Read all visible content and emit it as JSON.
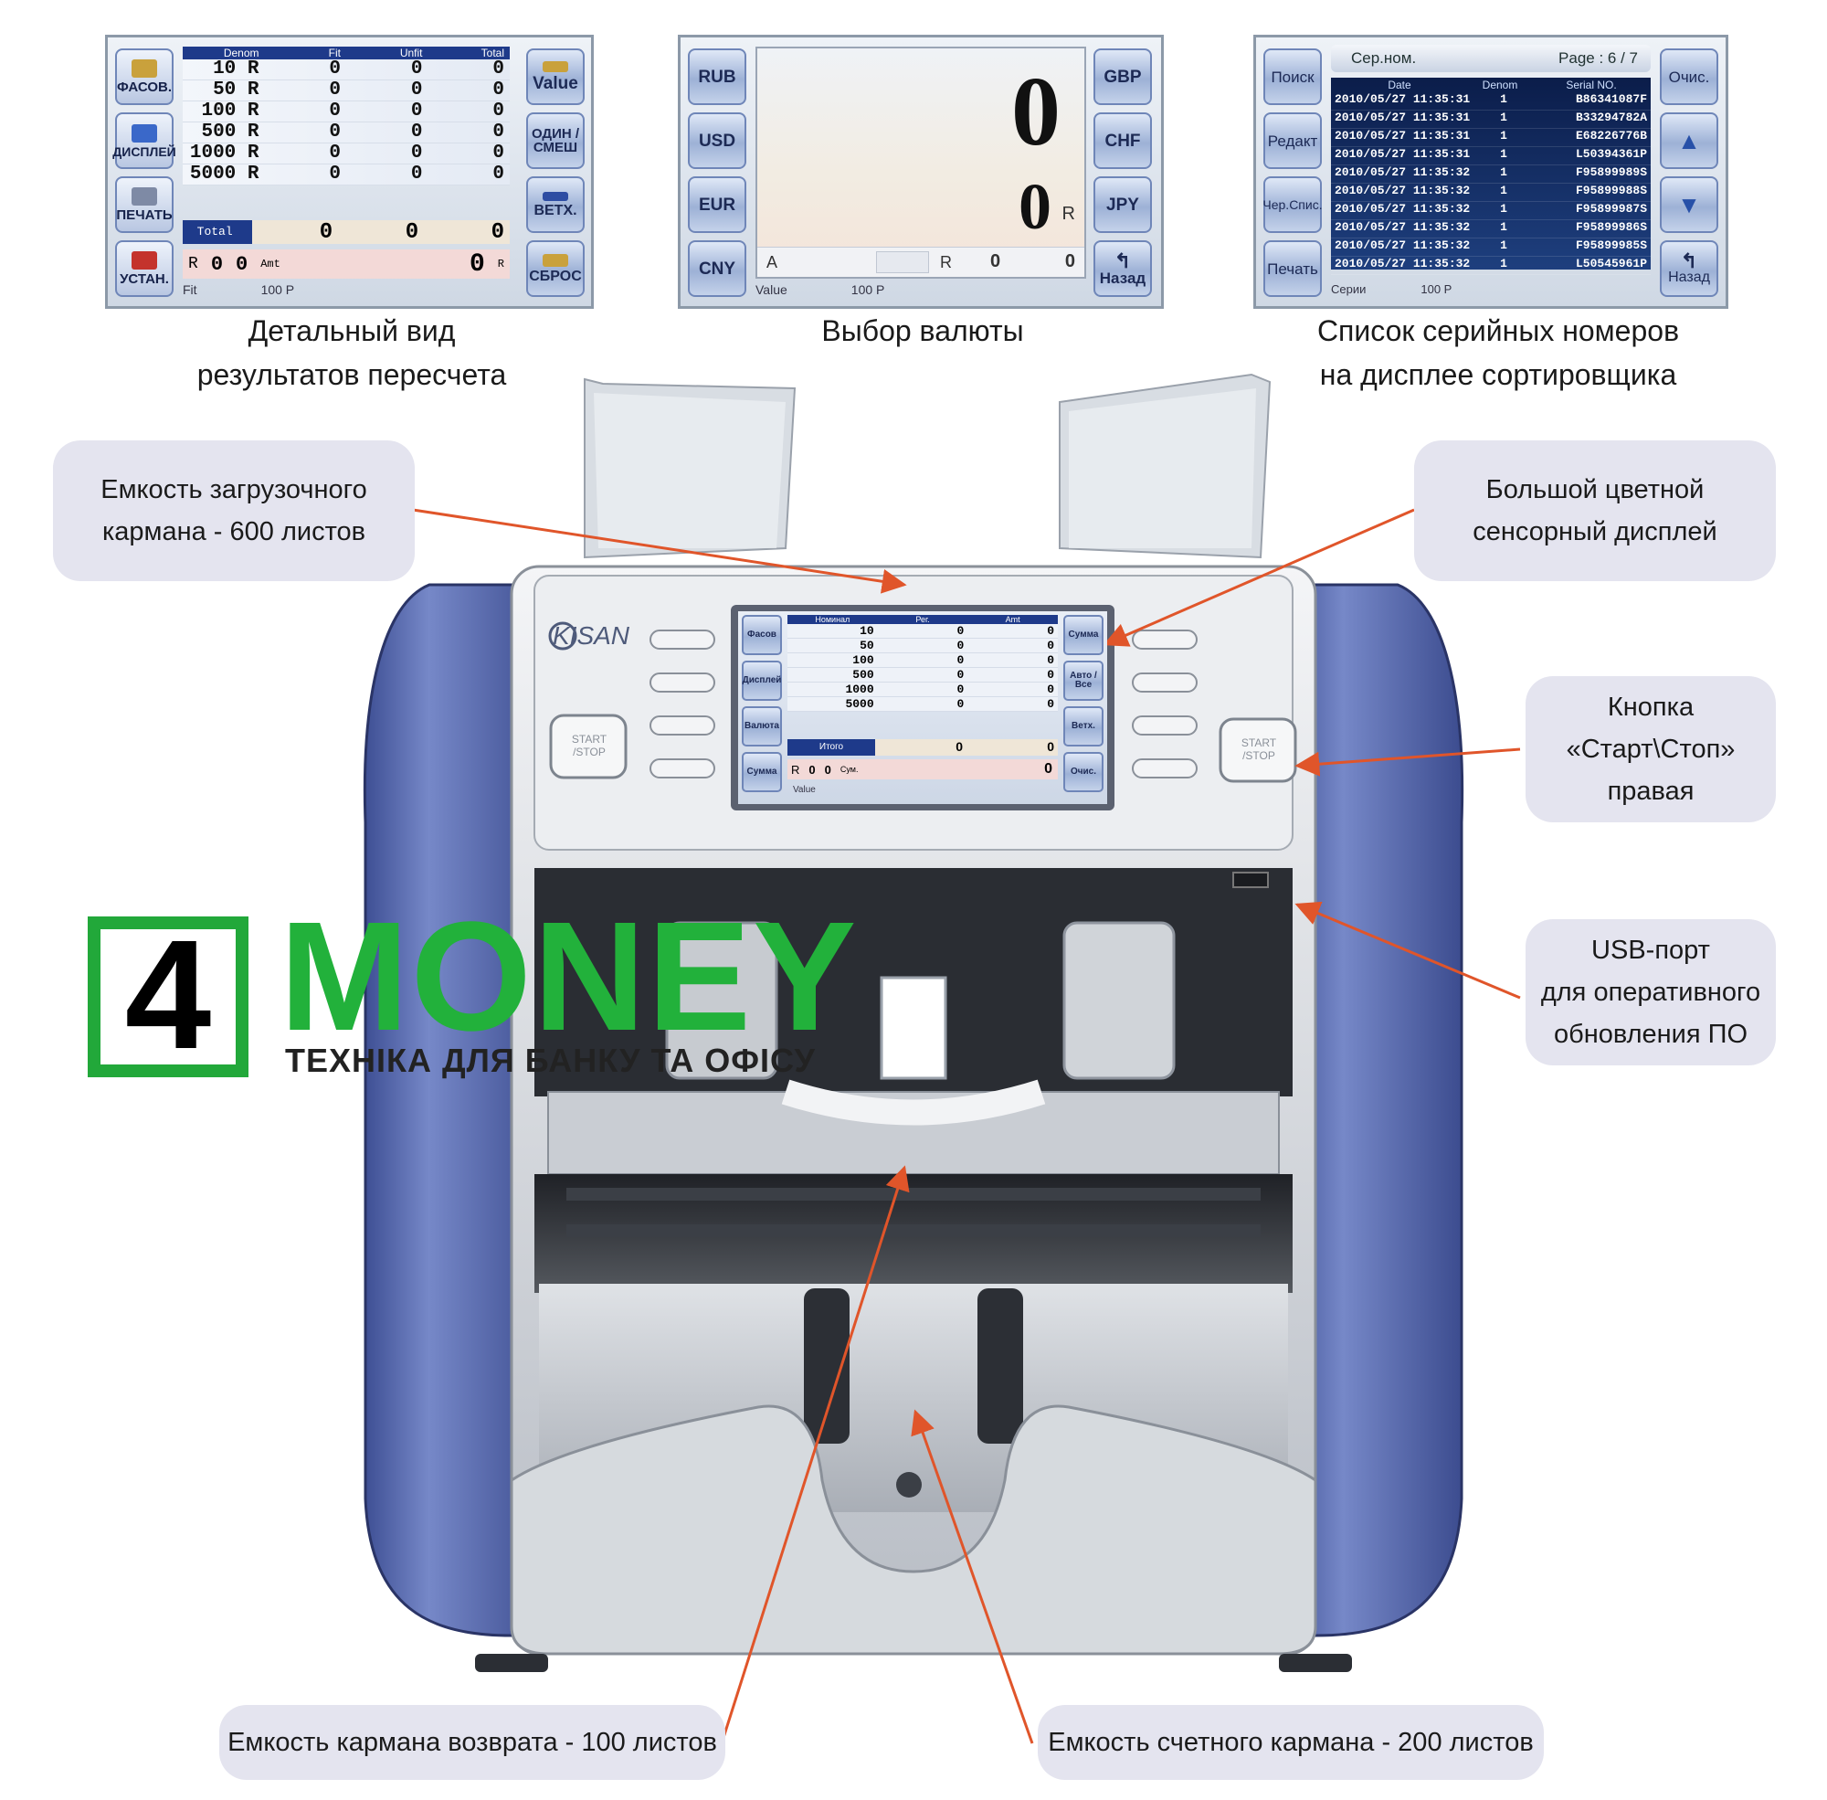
{
  "screens": {
    "detail": {
      "left_buttons": [
        "ФАСОВ.",
        "ДИСПЛЕЙ",
        "ПЕЧАТЬ",
        "УСТАН."
      ],
      "right_buttons": [
        "Value",
        "ОДИН / СМЕШ",
        "ВЕТХ.",
        "СБРОС"
      ],
      "headers": [
        "Denom",
        "Fit",
        "Unfit",
        "Total"
      ],
      "rows": [
        [
          "10 R",
          "0",
          "0",
          "0"
        ],
        [
          "50 R",
          "0",
          "0",
          "0"
        ],
        [
          "100 R",
          "0",
          "0",
          "0"
        ],
        [
          "500 R",
          "0",
          "0",
          "0"
        ],
        [
          "1000 R",
          "0",
          "0",
          "0"
        ],
        [
          "5000 R",
          "0",
          "0",
          "0"
        ]
      ],
      "total_label": "Total",
      "total_values": [
        "0",
        "0",
        "0"
      ],
      "bottom": {
        "r": "R",
        "count": "0",
        "batch": "0",
        "amt": "Amt",
        "amount": "0",
        "unit": "R"
      },
      "footer_mode": "Fit",
      "footer_denom": "100 P"
    },
    "currency": {
      "left_buttons": [
        "RUB",
        "USD",
        "EUR",
        "CNY"
      ],
      "right_buttons": [
        "GBP",
        "CHF",
        "JPY",
        "Назад"
      ],
      "count": "0",
      "amount": "0",
      "amount_unit": "R",
      "status": {
        "a": "A",
        "r": "R",
        "batch": "0",
        "last": "0"
      },
      "footer_mode": "Value",
      "footer_denom": "100 P"
    },
    "serial": {
      "left_buttons": [
        "Поиск",
        "Редакт",
        "Чер.Спис.",
        "Печать"
      ],
      "right_buttons": [
        "Очис.",
        "▲",
        "▼",
        "Назад"
      ],
      "title": "Сер.ном.",
      "page": "Page : 6 / 7",
      "headers": [
        "Date",
        "Denom",
        "Serial NO."
      ],
      "rows": [
        [
          "2010/05/27 11:35:31",
          "1",
          "B86341087F"
        ],
        [
          "2010/05/27 11:35:31",
          "1",
          "B33294782A"
        ],
        [
          "2010/05/27 11:35:31",
          "1",
          "E68226776B"
        ],
        [
          "2010/05/27 11:35:31",
          "1",
          "L50394361P"
        ],
        [
          "2010/05/27 11:35:32",
          "1",
          "F95899989S"
        ],
        [
          "2010/05/27 11:35:32",
          "1",
          "F95899988S"
        ],
        [
          "2010/05/27 11:35:32",
          "1",
          "F95899987S"
        ],
        [
          "2010/05/27 11:35:32",
          "1",
          "F95899986S"
        ],
        [
          "2010/05/27 11:35:32",
          "1",
          "F95899985S"
        ],
        [
          "2010/05/27 11:35:32",
          "1",
          "L50545961P"
        ]
      ],
      "footer_mode": "Серии",
      "footer_denom": "100 P"
    }
  },
  "captions": {
    "detail_line1": "Детальный вид",
    "detail_line2": "результатов пересчета",
    "currency": "Выбор валюты",
    "serial_line1": "Список серийных номеров",
    "serial_line2": "на дисплее сортировщика"
  },
  "callouts": {
    "hopper_line1": "Емкость загрузочного",
    "hopper_line2": "кармана - 600 листов",
    "display_line1": "Большой цветной",
    "display_line2": "сенсорный дисплей",
    "startstop_line1": "Кнопка",
    "startstop_line2": "«Старт\\Стоп»",
    "startstop_line3": "правая",
    "usb_line1": "USB-порт",
    "usb_line2": "для оперативного",
    "usb_line3": "обновления ПО",
    "reject": "Емкость кармана возврата - 100 листов",
    "stacker": "Емкость счетного кармана - 200 листов"
  },
  "machine": {
    "brand": "KISAN",
    "start_stop_left": "START /STOP",
    "start_stop_right": "START /STOP",
    "screen_left_buttons": [
      "Фасов",
      "Дисплей",
      "Валюта",
      "Сумма"
    ],
    "screen_right_buttons": [
      "Сумма",
      "Авто / Все",
      "Ветх.",
      "Очис."
    ],
    "screen_headers": [
      "Номинал",
      "Рег.",
      "Amt"
    ],
    "screen_rows": [
      [
        "10",
        "0",
        "0"
      ],
      [
        "50",
        "0",
        "0"
      ],
      [
        "100",
        "0",
        "0"
      ],
      [
        "500",
        "0",
        "0"
      ],
      [
        "1000",
        "0",
        "0"
      ],
      [
        "5000",
        "0",
        "0"
      ]
    ],
    "screen_total_label": "Итого",
    "screen_total": [
      "0",
      "0"
    ],
    "screen_bottom": {
      "r": "R",
      "count": "0",
      "batch": "0",
      "sum_label": "Сум.",
      "amount": "0"
    },
    "screen_footer": "Value"
  },
  "logo": {
    "digit": "4",
    "word": "MONEY",
    "tagline": "ТЕХНІКА ДЛЯ БАНКУ ТА ОФІСУ"
  },
  "colors": {
    "accent_arrow": "#e0552a",
    "logo_green": "#22b13b",
    "machine_blue": "#5565a8",
    "callout_bg": "#e4e4ef"
  }
}
